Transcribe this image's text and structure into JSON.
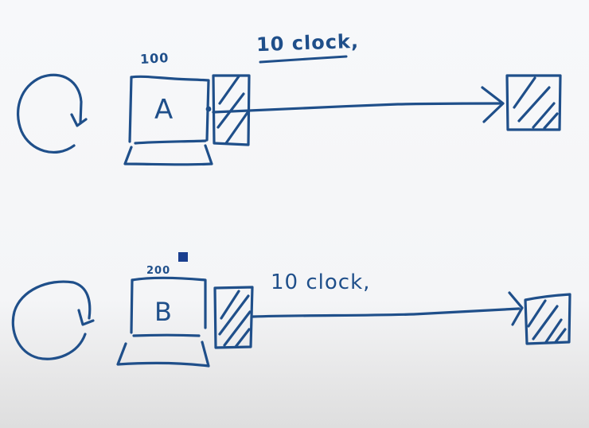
{
  "diagram": {
    "colors": {
      "ink": "#1f4f8a",
      "background": "#f5f6f8",
      "cursor": "#1a3f8f"
    },
    "nodes": [
      {
        "id": "A",
        "label": "A",
        "value_label": "100",
        "loop_arrow": true,
        "packet_box": "hatched",
        "edge_label": "10 clock,",
        "edge_label_underlined": true,
        "destination_box": "hatched"
      },
      {
        "id": "B",
        "label": "B",
        "value_label": "200",
        "loop_arrow": true,
        "packet_box": "hatched",
        "edge_label": "10 clock,",
        "edge_label_underlined": false,
        "destination_box": "hatched"
      }
    ]
  }
}
